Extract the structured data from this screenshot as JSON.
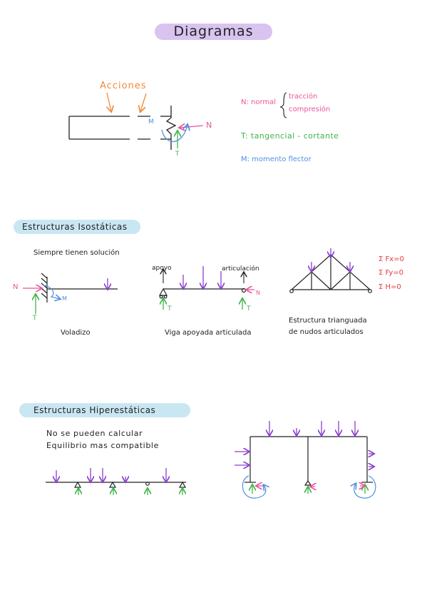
{
  "title": "Diagramas",
  "actions": {
    "label": "Acciones",
    "n_label": "N",
    "m_label": "M",
    "t_label": "T"
  },
  "legend": {
    "n_prefix": "N: normal",
    "n_traccion": "tracción",
    "n_compresion": "compresión",
    "t_line": "T: tangencial - cortante",
    "m_line": "M: momento flector"
  },
  "isostatic": {
    "heading": "Estructuras Isostáticas",
    "note": "Siempre tienen solución",
    "cantilever": {
      "n": "N",
      "m": "M",
      "t": "T",
      "caption": "Voladizo"
    },
    "beam": {
      "apoyo": "apoyo",
      "articulacion": "articulación",
      "t1": "T",
      "t2": "T",
      "n": "N",
      "caption": "Viga apoyada articulada"
    },
    "truss": {
      "equations": [
        "Σ Fx=0",
        "Σ Fy=0",
        "Σ H=0"
      ],
      "caption_line1": "Estructura trianguada",
      "caption_line2": "de nudos articulados"
    }
  },
  "hyperstatic": {
    "heading": "Estructuras Hiperestáticas",
    "note_line1": "No se pueden calcular",
    "note_line2": "Equilibrio mas compatible"
  },
  "colors": {
    "title_bg": "#d9c3ef",
    "section_bg": "#c9e7f2",
    "orange": "#f08a3a",
    "pink": "#e8559a",
    "green": "#3fb54a",
    "blue": "#4f8fe0",
    "purple": "#8a3fd0",
    "red": "#e43b3b"
  }
}
